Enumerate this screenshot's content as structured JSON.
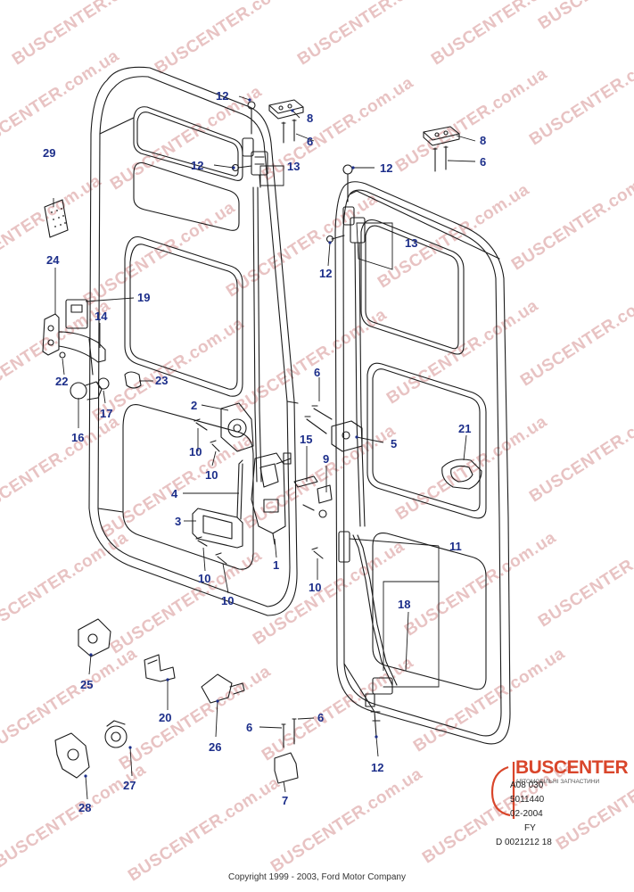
{
  "watermark": "BUSCENTER.com.ua",
  "copyright": "Copyright 1999 - 2003, Ford Motor Company",
  "brand": {
    "name": "BUSCENTER",
    "tagline": "АВТОМОБІЛЬНІ ЗАПЧАСТИНИ"
  },
  "reference": {
    "line1": "A08 030",
    "line2": "5011440",
    "line3": "02-2004",
    "line4": "FY",
    "line5": "D 0021212 18"
  },
  "colors": {
    "callout": "#1c2e8a",
    "leader": "#1a1a1a",
    "watermark": "#e4b9b9",
    "brand": "#d9462b"
  },
  "callouts": [
    {
      "id": "c12a",
      "label": "12"
    },
    {
      "id": "c8a",
      "label": "8"
    },
    {
      "id": "c6a",
      "label": "6"
    },
    {
      "id": "c12b",
      "label": "12"
    },
    {
      "id": "c13a",
      "label": "13"
    },
    {
      "id": "c12c",
      "label": "12"
    },
    {
      "id": "c8b",
      "label": "8"
    },
    {
      "id": "c6b",
      "label": "6"
    },
    {
      "id": "c29",
      "label": "29"
    },
    {
      "id": "c24",
      "label": "24"
    },
    {
      "id": "c19",
      "label": "19"
    },
    {
      "id": "c14",
      "label": "14"
    },
    {
      "id": "c22",
      "label": "22"
    },
    {
      "id": "c23",
      "label": "23"
    },
    {
      "id": "c17",
      "label": "17"
    },
    {
      "id": "c16",
      "label": "16"
    },
    {
      "id": "c2",
      "label": "2"
    },
    {
      "id": "c10a",
      "label": "10"
    },
    {
      "id": "c10b",
      "label": "10"
    },
    {
      "id": "c4",
      "label": "4"
    },
    {
      "id": "c3",
      "label": "3"
    },
    {
      "id": "c10c",
      "label": "10"
    },
    {
      "id": "c10d",
      "label": "10"
    },
    {
      "id": "c1",
      "label": "1"
    },
    {
      "id": "c13b",
      "label": "13"
    },
    {
      "id": "c12d",
      "label": "12"
    },
    {
      "id": "c6c",
      "label": "6"
    },
    {
      "id": "c5",
      "label": "5"
    },
    {
      "id": "c15",
      "label": "15"
    },
    {
      "id": "c9",
      "label": "9"
    },
    {
      "id": "c21",
      "label": "21"
    },
    {
      "id": "c11",
      "label": "11"
    },
    {
      "id": "c10e",
      "label": "10"
    },
    {
      "id": "c18",
      "label": "18"
    },
    {
      "id": "c25",
      "label": "25"
    },
    {
      "id": "c20",
      "label": "20"
    },
    {
      "id": "c26",
      "label": "26"
    },
    {
      "id": "c6d",
      "label": "6"
    },
    {
      "id": "c6e",
      "label": "6"
    },
    {
      "id": "c7",
      "label": "7"
    },
    {
      "id": "c12e",
      "label": "12"
    },
    {
      "id": "c27",
      "label": "27"
    },
    {
      "id": "c28",
      "label": "28"
    }
  ]
}
